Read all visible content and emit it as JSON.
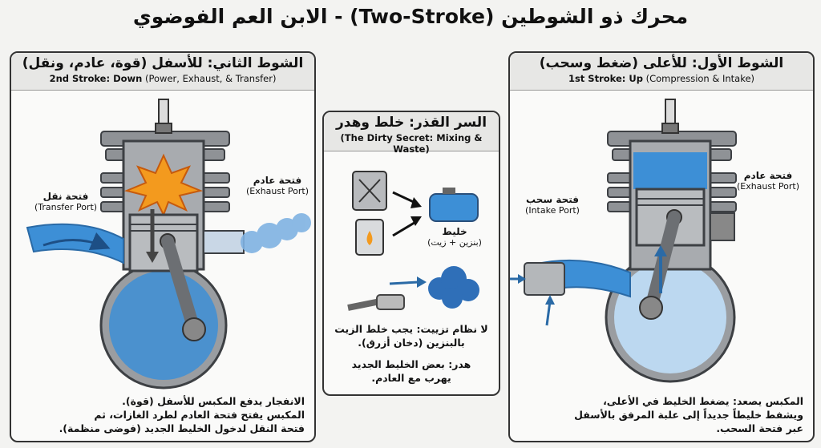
{
  "title": "محرك ذو الشوطين (Two-Stroke) - الابن العم الفوضوي",
  "left_panel": {
    "heading_ar": "الشوط الثاني: للأسفل (قوة، عادم، ونقل)",
    "heading_en_bold": "2nd Stroke: Down",
    "heading_en_rest": " (Power, Exhaust, & Transfer)",
    "exhaust_ar": "فتحة عادم",
    "exhaust_en": "(Exhaust Port)",
    "transfer_ar": "فتحة نقل",
    "transfer_en": "(Transfer Port)",
    "caption": [
      "الانفجار يدفع المكبس للأسفل (قوة).",
      "المكبس يفتح فتحة العادم لطرد الغازات، ثم",
      "فتحة النقل لدخول الخليط الجديد (فوضى منظمة)."
    ]
  },
  "middle_panel": {
    "heading_ar": "السر القذر: خلط وهدر",
    "heading_en": "(The Dirty Secret: Mixing & Waste)",
    "mix_ar": "خليط",
    "mix_sub": "(بنزين + زيت)",
    "text1": [
      "لا نظام تزييت: يجب خلط الزيت",
      "بالبنزين (دخان أزرق)."
    ],
    "text2": [
      "هدر: بعض الخليط الجديد",
      "يهرب مع العادم."
    ]
  },
  "right_panel": {
    "heading_ar": "الشوط الأول: للأعلى (ضغط وسحب)",
    "heading_en_bold": "1st Stroke: Up",
    "heading_en_rest": " (Compression & Intake)",
    "exhaust_ar": "فتحة عادم",
    "exhaust_en": "(Exhaust Port)",
    "intake_ar": "فتحة سحب",
    "intake_en": "(Intake Port)",
    "caption": [
      "المكبس يصعد: يضغط الخليط في الأعلى،",
      "ويشفط خليطاً جديداً إلى علبة المرفق بالأسفل",
      "عبر فتحة السحب."
    ]
  },
  "colors": {
    "metal": "#8f9296",
    "metal_dark": "#55585c",
    "blue_mix": "#3d8fd6",
    "blue_light": "#bcd8f0",
    "fire": "#f39a1e",
    "smoke": "#2f6fb8"
  },
  "icons": [
    "spark-plug-icon",
    "jerrycan-icon",
    "oil-bottle-icon",
    "tank-icon",
    "exhaust-pipe-icon",
    "smoke-cloud-icon",
    "arrow-icon"
  ]
}
